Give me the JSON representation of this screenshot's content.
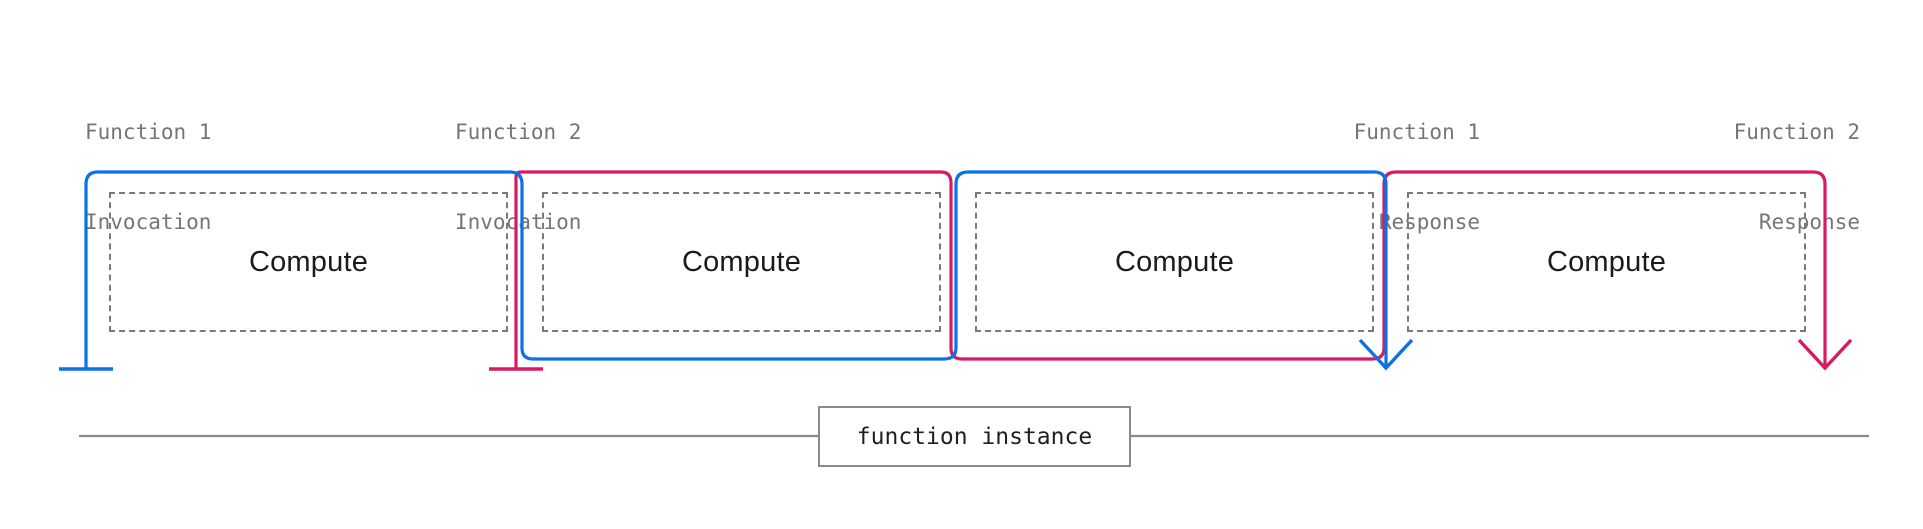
{
  "diagram": {
    "title": "Function instance compute timeline",
    "colors": {
      "function1": "#0b72e7",
      "function2": "#d81b60",
      "dashed_border": "#7a7a7a",
      "baseline": "#8a8a8a",
      "label_text": "#757575",
      "compute_text": "#1a1a1a",
      "background": "#ffffff"
    },
    "labels": [
      {
        "id": "fn1-invocation",
        "line1": "Function 1",
        "line2": "Invocation",
        "align": "left"
      },
      {
        "id": "fn2-invocation",
        "line1": "Function 2",
        "line2": "Invocation",
        "align": "left"
      },
      {
        "id": "fn1-response",
        "line1": "Function 1",
        "line2": "Response",
        "align": "right"
      },
      {
        "id": "fn2-response",
        "line1": "Function 2",
        "line2": "Response",
        "align": "right"
      }
    ],
    "compute_blocks": [
      {
        "id": "compute-1",
        "label": "Compute"
      },
      {
        "id": "compute-2",
        "label": "Compute"
      },
      {
        "id": "compute-3",
        "label": "Compute"
      },
      {
        "id": "compute-4",
        "label": "Compute"
      }
    ],
    "instance": {
      "label": "function instance"
    }
  }
}
